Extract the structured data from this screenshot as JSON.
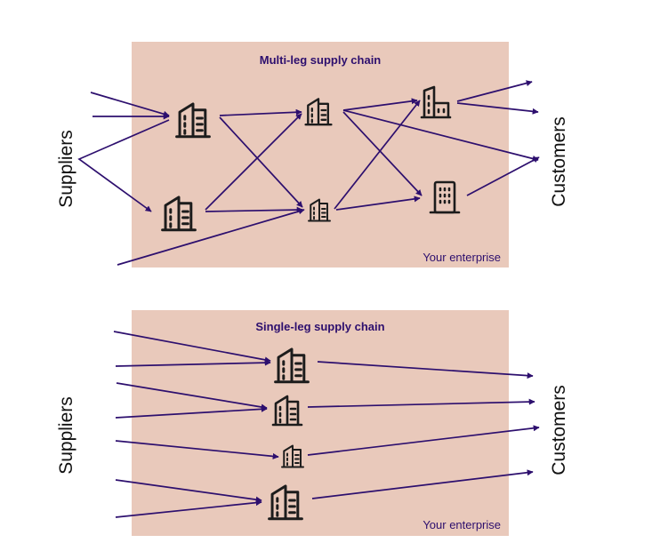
{
  "colors": {
    "panel": "#e9c9bb",
    "arrow": "#2d0f6e",
    "icon": "#1c1c1c",
    "text": "#2d0f6e",
    "side_text": "#111111"
  },
  "icons": {
    "building": "office-building-icon"
  },
  "multi_leg": {
    "title": "Multi-leg supply chain",
    "enterprise_label": "Your enterprise",
    "left_label": "Suppliers",
    "right_label": "Customers"
  },
  "single_leg": {
    "title": "Single-leg supply chain",
    "enterprise_label": "Your enterprise",
    "left_label": "Suppliers",
    "right_label": "Customers"
  }
}
